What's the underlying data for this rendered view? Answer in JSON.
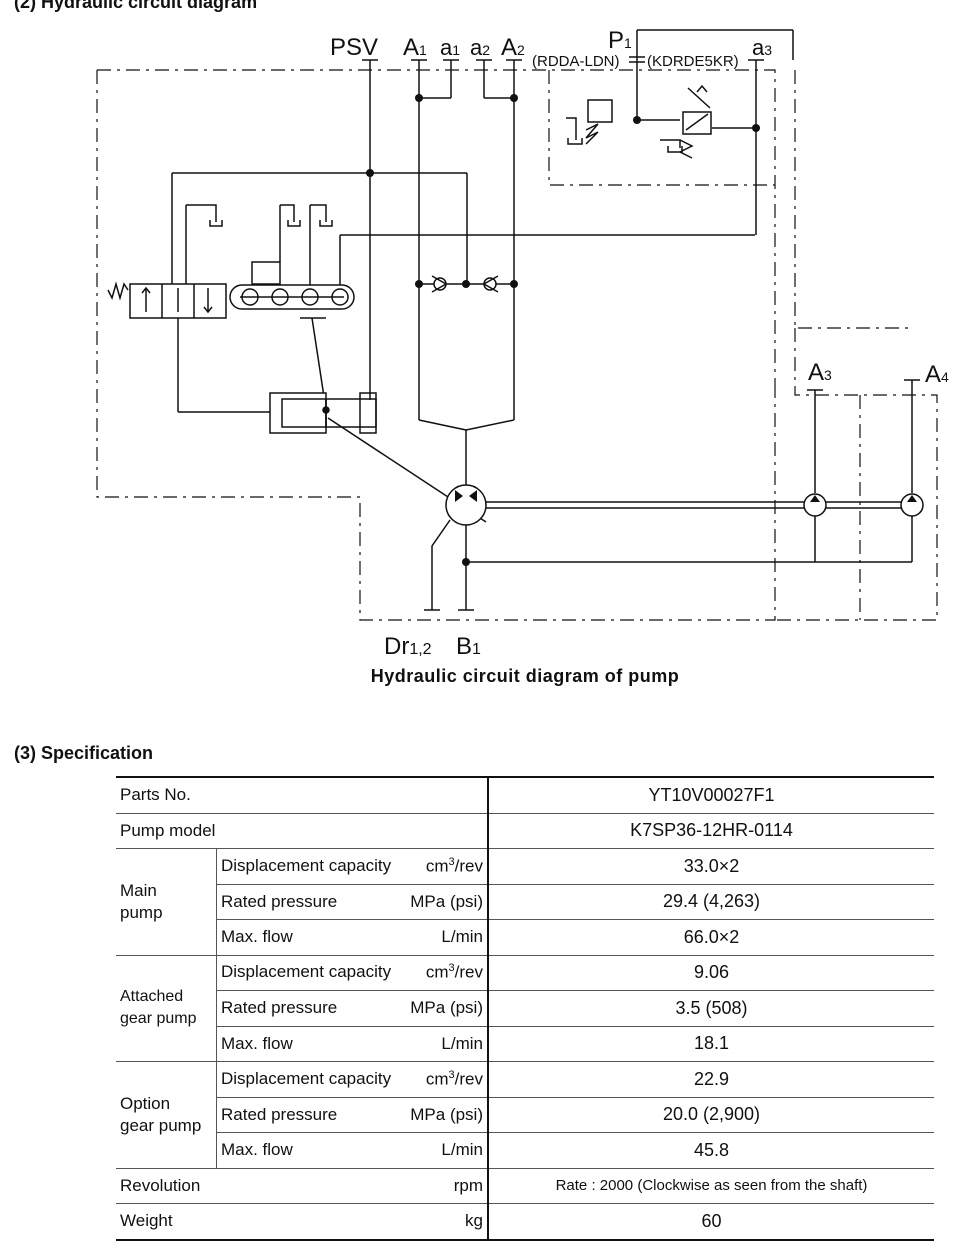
{
  "section2_title": "(2)  Hydraulic  circuit  diagram",
  "diagram": {
    "caption": "Hydraulic  circuit  diagram  of  pump",
    "ports": {
      "psv": "PSV",
      "a1_main": "A",
      "a1_main_sub": "1",
      "a1_pilot": "a",
      "a1_pilot_sub": "1",
      "a2_pilot": "a",
      "a2_pilot_sub": "2",
      "a2_main": "A",
      "a2_main_sub": "2",
      "p1": "P",
      "p1_sub": "1",
      "a3_pilot": "a",
      "a3_pilot_sub": "3",
      "a3_main": "A",
      "a3_main_sub": "3",
      "a4_main": "A",
      "a4_main_sub": "4",
      "dr": "Dr",
      "dr_sub": "1,2",
      "b1": "B",
      "b1_sub": "1"
    },
    "valve_labels": {
      "rdda": "(RDDA-LDN)",
      "kdrde": "(KDRDE5KR)"
    }
  },
  "section3_title": "(3)  Specification",
  "spec": {
    "parts_no": {
      "label": "Parts No.",
      "value": "YT10V00027F1"
    },
    "pump_model": {
      "label": "Pump model",
      "value": "K7SP36-12HR-0114"
    },
    "groups": [
      {
        "name_line1": "Main",
        "name_line2": "pump",
        "rows": [
          {
            "param": "Displacement capacity",
            "unit_main": "cm",
            "unit_sup": "3",
            "unit_rest": "/rev",
            "value": "33.0×2"
          },
          {
            "param": "Rated pressure",
            "unit_main": "MPa (psi)",
            "value": "29.4 (4,263)"
          },
          {
            "param": "Max. flow",
            "unit_main": "L/min",
            "value": "66.0×2"
          }
        ]
      },
      {
        "name_line1": "Attached",
        "name_line2": "gear pump",
        "rows": [
          {
            "param": "Displacement capacity",
            "unit_main": "cm",
            "unit_sup": "3",
            "unit_rest": "/rev",
            "value": "9.06"
          },
          {
            "param": "Rated pressure",
            "unit_main": "MPa (psi)",
            "value": "3.5 (508)"
          },
          {
            "param": "Max. flow",
            "unit_main": "L/min",
            "value": "18.1"
          }
        ]
      },
      {
        "name_line1": "Option",
        "name_line2": "gear pump",
        "rows": [
          {
            "param": "Displacement capacity",
            "unit_main": "cm",
            "unit_sup": "3",
            "unit_rest": "/rev",
            "value": "22.9"
          },
          {
            "param": "Rated pressure",
            "unit_main": "MPa (psi)",
            "value": "20.0 (2,900)"
          },
          {
            "param": "Max. flow",
            "unit_main": "L/min",
            "value": "45.8"
          }
        ]
      }
    ],
    "revolution": {
      "label": "Revolution",
      "unit": "rpm",
      "value": "Rate : 2000 (Clockwise as seen from the shaft)"
    },
    "weight": {
      "label": "Weight",
      "unit": "kg",
      "value": "60"
    }
  }
}
